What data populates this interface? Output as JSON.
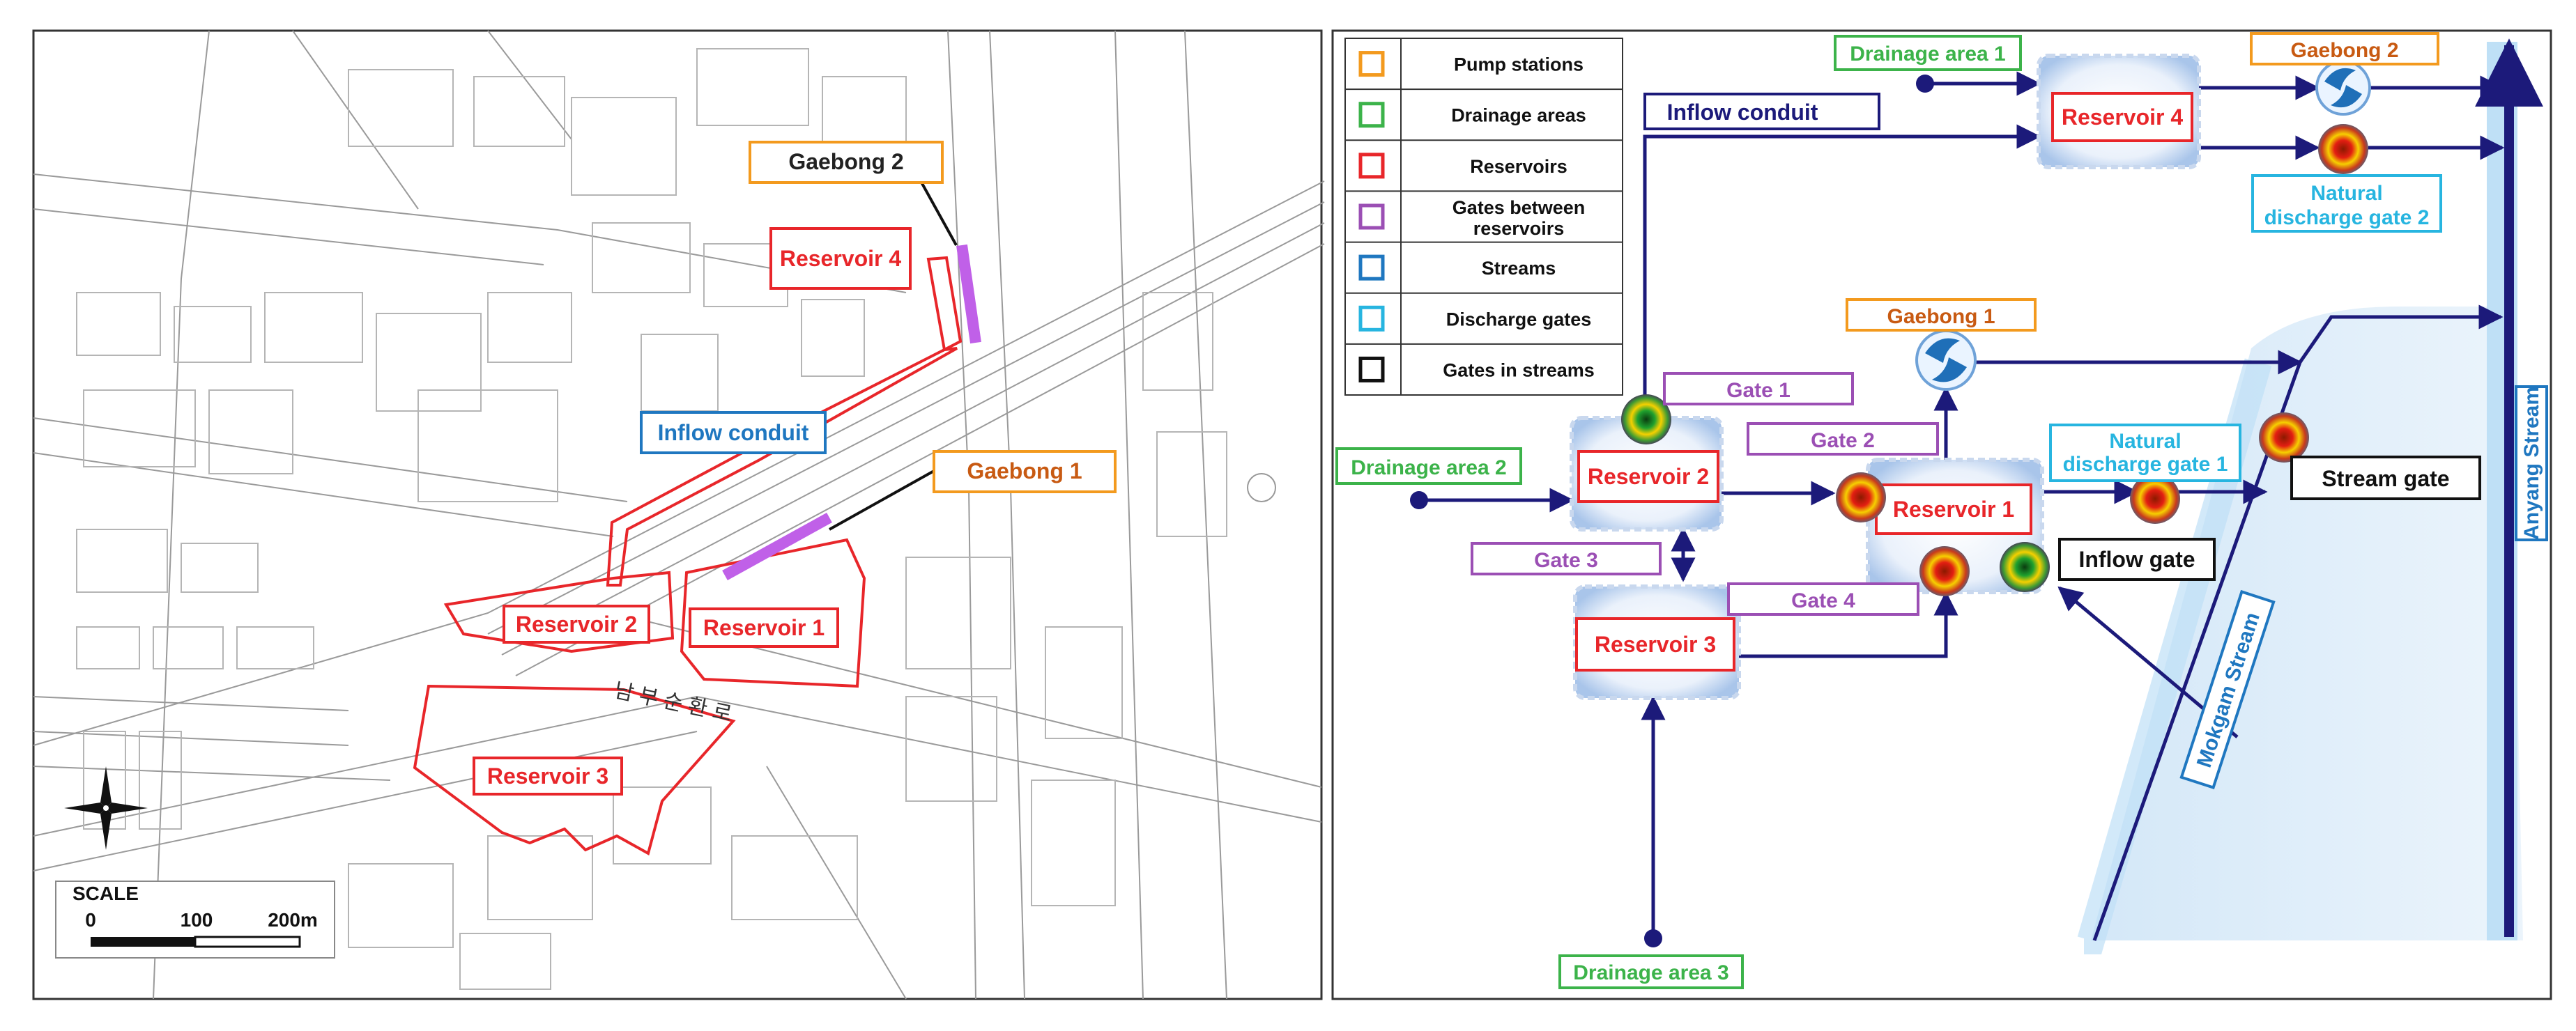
{
  "colors": {
    "orange": "#f39a1e",
    "green": "#3cb34a",
    "red": "#e8262a",
    "purple": "#9b4fb4",
    "blue": "#1f77c0",
    "cyan": "#27b5e0",
    "black": "#111111",
    "navy": "#1c1a7a",
    "gate_purple": "#c060e8"
  },
  "map": {
    "labels": {
      "gaebong2": "Gaebong 2",
      "gaebong1": "Gaebong 1",
      "reservoir4": "Reservoir 4",
      "reservoir2": "Reservoir 2",
      "reservoir1": "Reservoir 1",
      "reservoir3": "Reservoir 3",
      "inflow_conduit": "Inflow conduit"
    },
    "road_label": "남 부 순 환 로",
    "scale": {
      "title": "SCALE",
      "t0": "0",
      "t1": "100",
      "t2": "200m"
    },
    "compass_icon": "compass-rose-icon"
  },
  "legend": [
    {
      "label": "Pump  stations",
      "color_key": "orange"
    },
    {
      "label": "Drainage areas",
      "color_key": "green"
    },
    {
      "label": "Reservoirs",
      "color_key": "red"
    },
    {
      "label": "Gates between reservoirs",
      "line1": "Gates between",
      "line2": "reservoirs",
      "color_key": "purple"
    },
    {
      "label": "Streams",
      "color_key": "blue"
    },
    {
      "label": "Discharge gates",
      "color_key": "cyan"
    },
    {
      "label": "Gates in streams",
      "color_key": "black"
    }
  ],
  "schematic": {
    "drainage_area_1": "Drainage area 1",
    "drainage_area_2": "Drainage area 2",
    "drainage_area_3": "Drainage area 3",
    "inflow_conduit": "Inflow conduit",
    "reservoir_1": "Reservoir 1",
    "reservoir_2": "Reservoir 2",
    "reservoir_3": "Reservoir 3",
    "reservoir_4": "Reservoir 4",
    "gaebong_1": "Gaebong 1",
    "gaebong_2": "Gaebong 2",
    "gate_1": "Gate 1",
    "gate_2": "Gate 2",
    "gate_3": "Gate 3",
    "gate_4": "Gate 4",
    "natural_discharge_gate_1_l1": "Natural",
    "natural_discharge_gate_1_l2": "discharge gate 1",
    "natural_discharge_gate_2_l1": "Natural",
    "natural_discharge_gate_2_l2": "discharge gate 2",
    "stream_gate": "Stream gate",
    "inflow_gate": "Inflow gate",
    "mokgam_stream": "Mokgam Stream",
    "anyang_stream": "Anyang Stream",
    "pump_icon": "pump-swirl-icon",
    "gate_icon": "gate-disc-icon"
  }
}
